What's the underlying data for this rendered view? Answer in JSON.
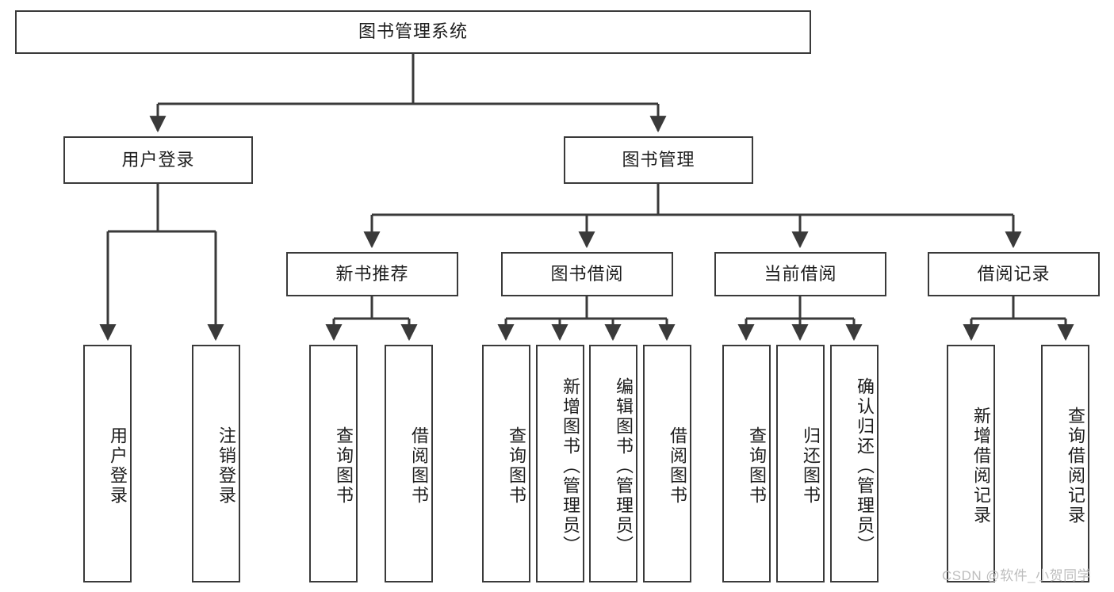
{
  "diagram": {
    "title": "图书管理系统",
    "type": "tree-hierarchy",
    "watermark": "CSDN @软件_小贺同学",
    "levels": {
      "root": {
        "id": "root",
        "label": "图书管理系统"
      },
      "level2": [
        {
          "id": "user-login",
          "label": "用户登录"
        },
        {
          "id": "book-management",
          "label": "图书管理"
        }
      ],
      "level3": [
        {
          "id": "new-book-recommend",
          "label": "新书推荐",
          "parent": "book-management"
        },
        {
          "id": "book-borrow",
          "label": "图书借阅",
          "parent": "book-management"
        },
        {
          "id": "current-borrow",
          "label": "当前借阅",
          "parent": "book-management"
        },
        {
          "id": "borrow-record",
          "label": "借阅记录",
          "parent": "book-management"
        }
      ],
      "leaves": {
        "user-login": [
          {
            "id": "leaf-user-login",
            "label": "用户登录"
          },
          {
            "id": "leaf-logout-login",
            "label": "注销登录"
          }
        ],
        "new-book-recommend": [
          {
            "id": "leaf-query-book-1",
            "label": "查询图书"
          },
          {
            "id": "leaf-borrow-book-1",
            "label": "借阅图书"
          }
        ],
        "book-borrow": [
          {
            "id": "leaf-query-book-2",
            "label": "查询图书"
          },
          {
            "id": "leaf-add-book",
            "label": "新增图书（管理员）"
          },
          {
            "id": "leaf-edit-book",
            "label": "编辑图书（管理员）"
          },
          {
            "id": "leaf-borrow-book-2",
            "label": "借阅图书"
          }
        ],
        "current-borrow": [
          {
            "id": "leaf-query-book-3",
            "label": "查询图书"
          },
          {
            "id": "leaf-return-book",
            "label": "归还图书"
          },
          {
            "id": "leaf-confirm-return",
            "label": "确认归还（管理员）"
          }
        ],
        "borrow-record": [
          {
            "id": "leaf-add-record",
            "label": "新增借阅记录"
          },
          {
            "id": "leaf-query-record",
            "label": "查询借阅记录"
          }
        ]
      }
    },
    "colors": {
      "stroke": "#3a3a3a",
      "fill": "#ffffff",
      "text": "#1d1d1d",
      "watermark": "#bdbdbd"
    }
  }
}
